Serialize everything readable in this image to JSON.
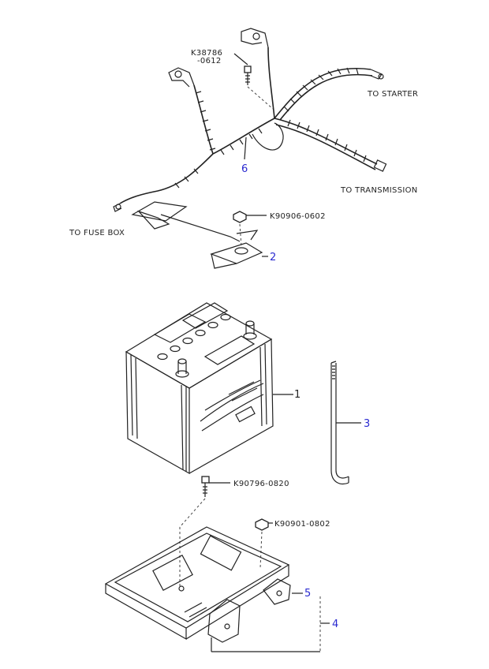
{
  "labels": {
    "part_k38786": "K38786",
    "part_k38786_suffix": "-0612",
    "to_starter": "TO STARTER",
    "to_transmission": "TO TRANSMISSION",
    "to_fuse_box": "TO FUSE BOX",
    "part_k90906": "K90906-0602",
    "part_k90796": "K90796-0820",
    "part_k90901": "K90901-0802"
  },
  "callouts": {
    "c1": "1",
    "c2": "2",
    "c3": "3",
    "c4": "4",
    "c5": "5",
    "c6": "6"
  },
  "colors": {
    "line": "#222222",
    "callout": "#2a2ad0"
  }
}
